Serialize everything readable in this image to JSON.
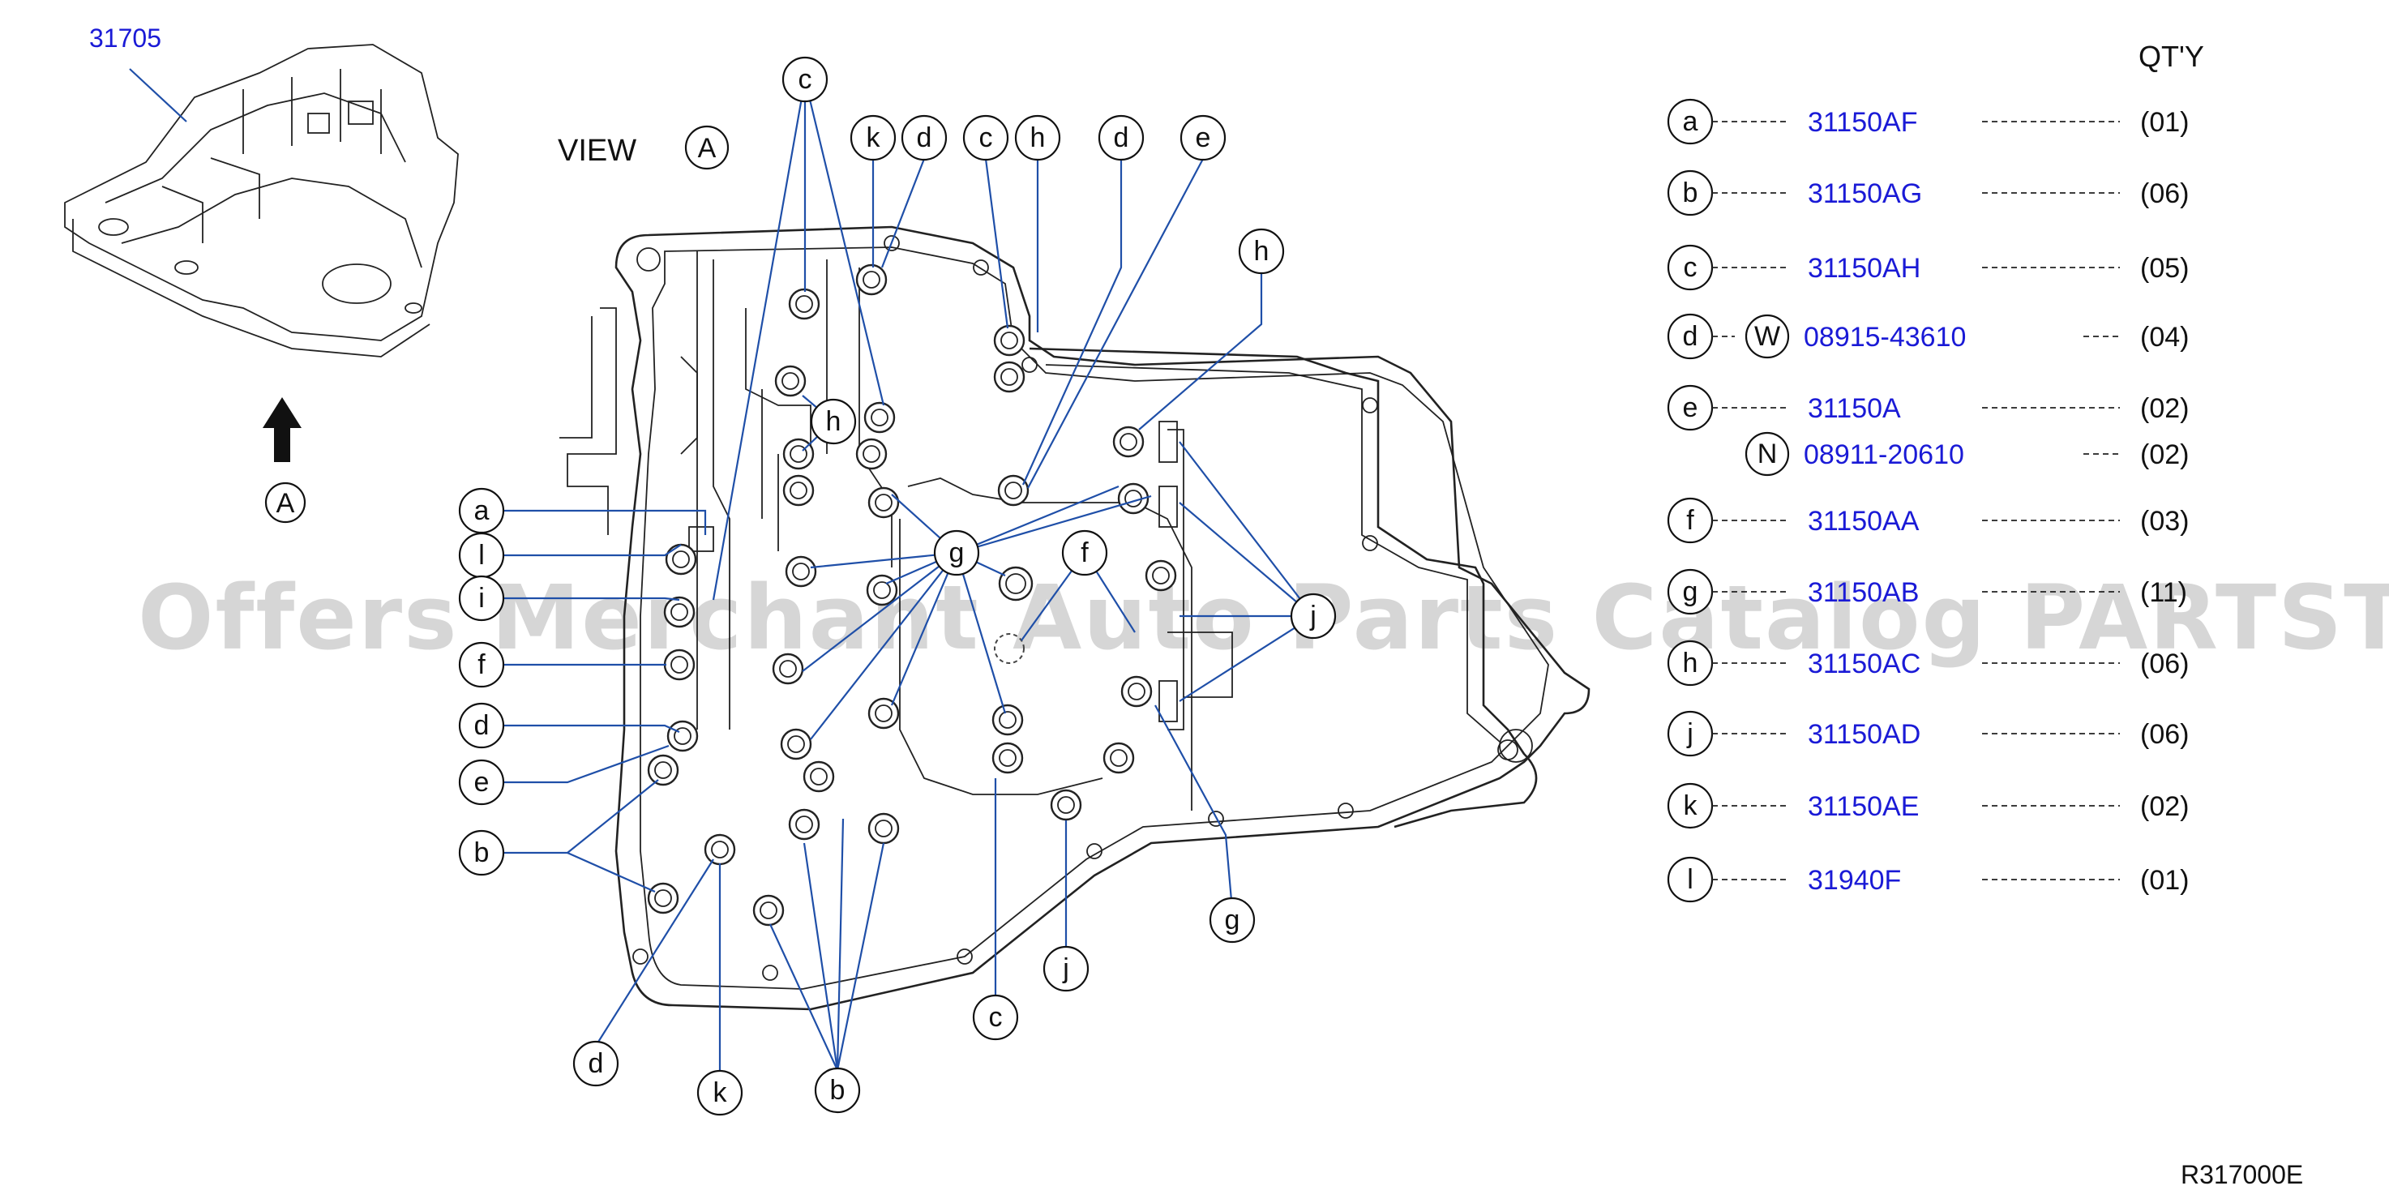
{
  "header": {
    "qty_heading": "QT'Y",
    "view_label": "VIEW",
    "view_ref": "A",
    "assembly_part": "31705",
    "arrow_ref": "A",
    "figure_code": "R317000E"
  },
  "watermark": "Offers Merchant Auto Parts Catalog PARTSTORE.SA",
  "parts": [
    {
      "ref": "a",
      "part": "31150AF",
      "qty": "(01)"
    },
    {
      "ref": "b",
      "part": "31150AG",
      "qty": "(06)"
    },
    {
      "ref": "c",
      "part": "31150AH",
      "qty": "(05)"
    },
    {
      "ref": "d",
      "prefix": "W",
      "part": "08915-43610",
      "qty": "(04)"
    },
    {
      "ref": "e",
      "part": "31150A",
      "qty": "(02)"
    },
    {
      "ref": "",
      "prefix": "N",
      "part": "08911-20610",
      "qty": "(02)"
    },
    {
      "ref": "f",
      "part": "31150AA",
      "qty": "(03)"
    },
    {
      "ref": "g",
      "part": "31150AB",
      "qty": "(11)"
    },
    {
      "ref": "h",
      "part": "31150AC",
      "qty": "(06)"
    },
    {
      "ref": "j",
      "part": "31150AD",
      "qty": "(06)"
    },
    {
      "ref": "k",
      "part": "31150AE",
      "qty": "(02)"
    },
    {
      "ref": "l",
      "part": "31940F",
      "qty": "(01)"
    }
  ],
  "callouts": {
    "left": [
      "a",
      "l",
      "i",
      "f",
      "d",
      "e",
      "b"
    ],
    "top": [
      "c",
      "k",
      "d",
      "c",
      "h",
      "d",
      "e",
      "h"
    ],
    "inner": [
      "h",
      "g",
      "f",
      "j"
    ],
    "bottom": [
      "d",
      "k",
      "b",
      "c",
      "j",
      "g"
    ]
  }
}
